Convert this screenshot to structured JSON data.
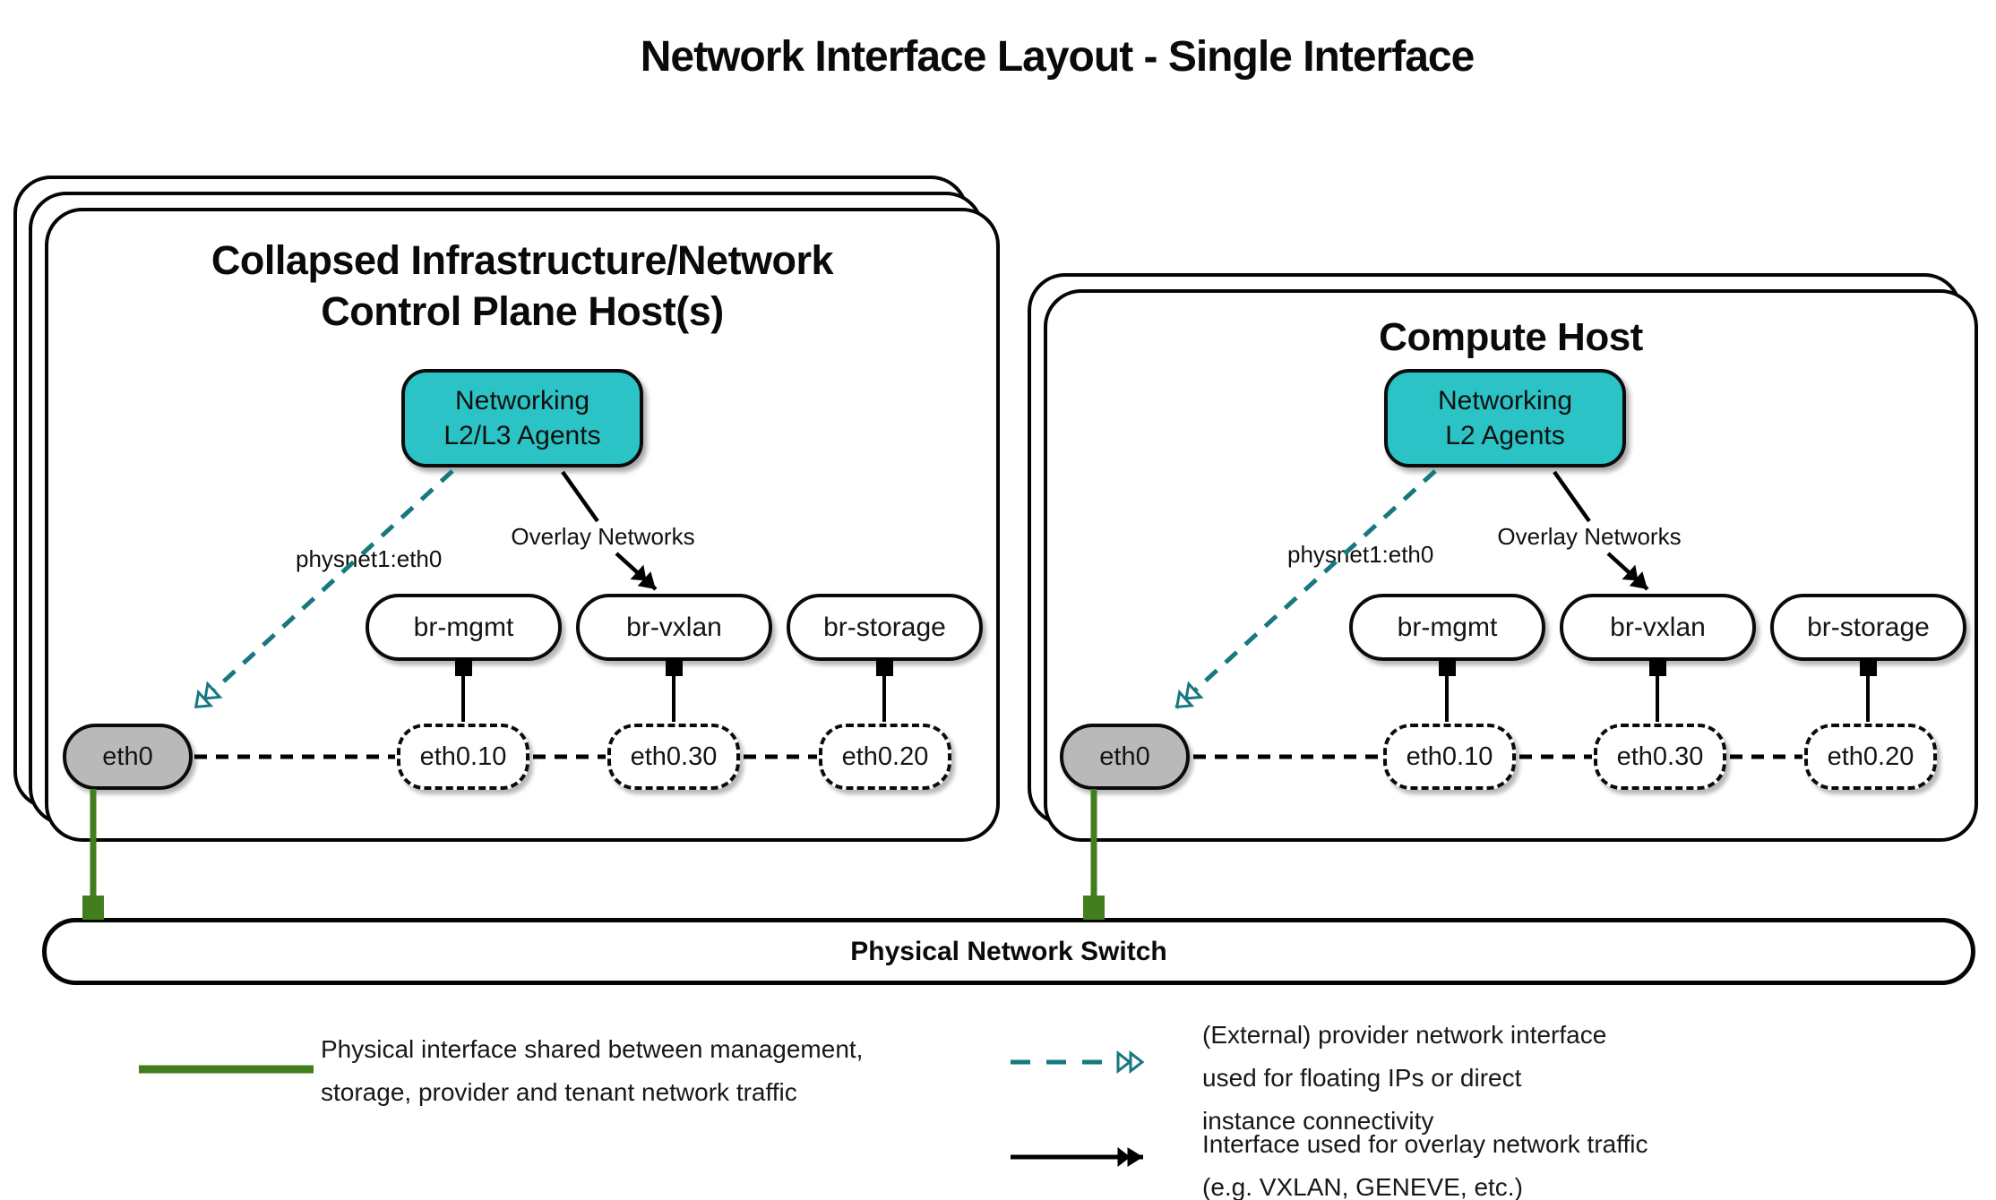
{
  "title": "Network Interface Layout - Single Interface",
  "colors": {
    "teal_fill": "#2bc3c5",
    "teal_stroke": "#17787f",
    "green": "#427e1e",
    "gray_fill": "#b9b9b9"
  },
  "hosts": {
    "left": {
      "title_lines": [
        "Collapsed Infrastructure/Network",
        "Control Plane Host(s)"
      ],
      "agent_lines": [
        "Networking",
        "L2/L3 Agents"
      ],
      "provider_label": "physnet1:eth0",
      "overlay_label": "Overlay Networks",
      "bridges": [
        "br-mgmt",
        "br-vxlan",
        "br-storage"
      ],
      "phys_interface": "eth0",
      "vlans": [
        "eth0.10",
        "eth0.30",
        "eth0.20"
      ]
    },
    "right": {
      "title_lines": [
        "Compute Host"
      ],
      "agent_lines": [
        "Networking",
        "L2 Agents"
      ],
      "provider_label": "physnet1:eth0",
      "overlay_label": "Overlay Networks",
      "bridges": [
        "br-mgmt",
        "br-vxlan",
        "br-storage"
      ],
      "phys_interface": "eth0",
      "vlans": [
        "eth0.10",
        "eth0.30",
        "eth0.20"
      ]
    }
  },
  "switch_bar": {
    "label": "Physical Network Switch"
  },
  "legend": {
    "physical": {
      "lines": [
        "Physical interface shared between management,",
        "storage, provider and tenant network traffic"
      ]
    },
    "provider": {
      "lines": [
        "(External) provider network interface",
        "used for floating IPs or direct",
        "instance connectivity"
      ]
    },
    "overlay": {
      "lines": [
        "Interface used for overlay network traffic",
        "(e.g. VXLAN, GENEVE, etc.)"
      ]
    }
  }
}
